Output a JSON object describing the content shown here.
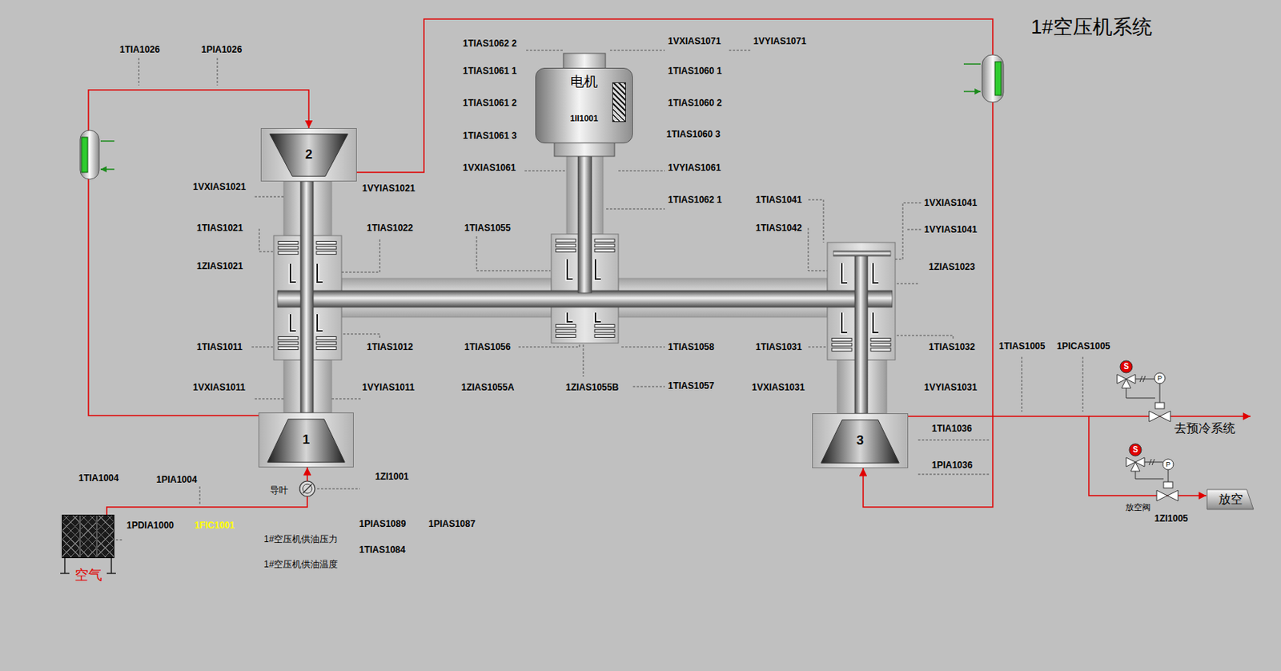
{
  "diagram": {
    "title": "1#空压机系统",
    "nodes": [
      {
        "text": [
          "电机",
          "1II1001"
        ]
      },
      {
        "text": [
          "2"
        ]
      },
      {
        "text": [
          "1"
        ]
      },
      {
        "text": [
          "3"
        ]
      },
      {
        "text": [
          "空气"
        ]
      },
      {
        "text": [
          "放空"
        ]
      }
    ],
    "edges": [
      {
        "from": 4,
        "to": 2,
        "arrow": "to"
      },
      {
        "from": 2,
        "to": 1,
        "arrow": "to"
      },
      {
        "from": 1,
        "to": 3,
        "arrow": "to"
      },
      {
        "from": 3,
        "to": 5,
        "arrow": "to"
      }
    ],
    "labels": [
      "1TIA1026",
      "1PIA1026",
      "1TIAS1062 2",
      "1VXIAS1071",
      "1VYIAS1071",
      "1TIAS1061 1",
      "1TIAS1060 1",
      "1TIAS1061 2",
      "1TIAS1060 2",
      "1TIAS1061 3",
      "1TIAS1060 3",
      "1VXIAS1061",
      "1VYIAS1061",
      "1VXIAS1021",
      "1VYIAS1021",
      "1TIAS1062 1",
      "1TIAS1041",
      "1VXIAS1041",
      "1TIAS1021",
      "1TIAS1022",
      "1TIAS1055",
      "1TIAS1042",
      "1VYIAS1041",
      "1ZIAS1021",
      "1ZIAS1023",
      "1TIAS1011",
      "1TIAS1012",
      "1TIAS1056",
      "1TIAS1058",
      "1TIAS1031",
      "1TIAS1032",
      "1TIAS1005",
      "1PICAS1005",
      "S",
      "P",
      "1VXIAS1011",
      "1VYIAS1011",
      "1ZIAS1055A",
      "1ZIAS1055B",
      "1TIAS1057",
      "1VXIAS1031",
      "1VYIAS1031",
      "1TIA1036",
      "去预冷系统",
      "S",
      "P",
      "1PIA1036",
      "1TIA1004",
      "1PIA1004",
      "1ZI1001",
      "导叶",
      "放空阀",
      "1ZI1005",
      "1PDIA1000",
      "1FIC1001",
      "1PIAS1089",
      "1PIAS1087",
      "1#空压机供油压力",
      "1TIAS1084",
      "1#空压机供油温度"
    ]
  }
}
